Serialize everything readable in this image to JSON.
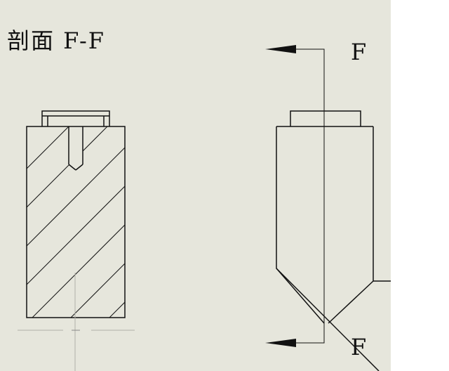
{
  "drawing": {
    "section_title": "剖面 F-F",
    "cut_label_top": "F",
    "cut_label_bottom": "F",
    "colors": {
      "background": "#e6e6dc",
      "outside": "#ffffff",
      "line": "#111111",
      "centerline": "#b0b0a8"
    }
  }
}
